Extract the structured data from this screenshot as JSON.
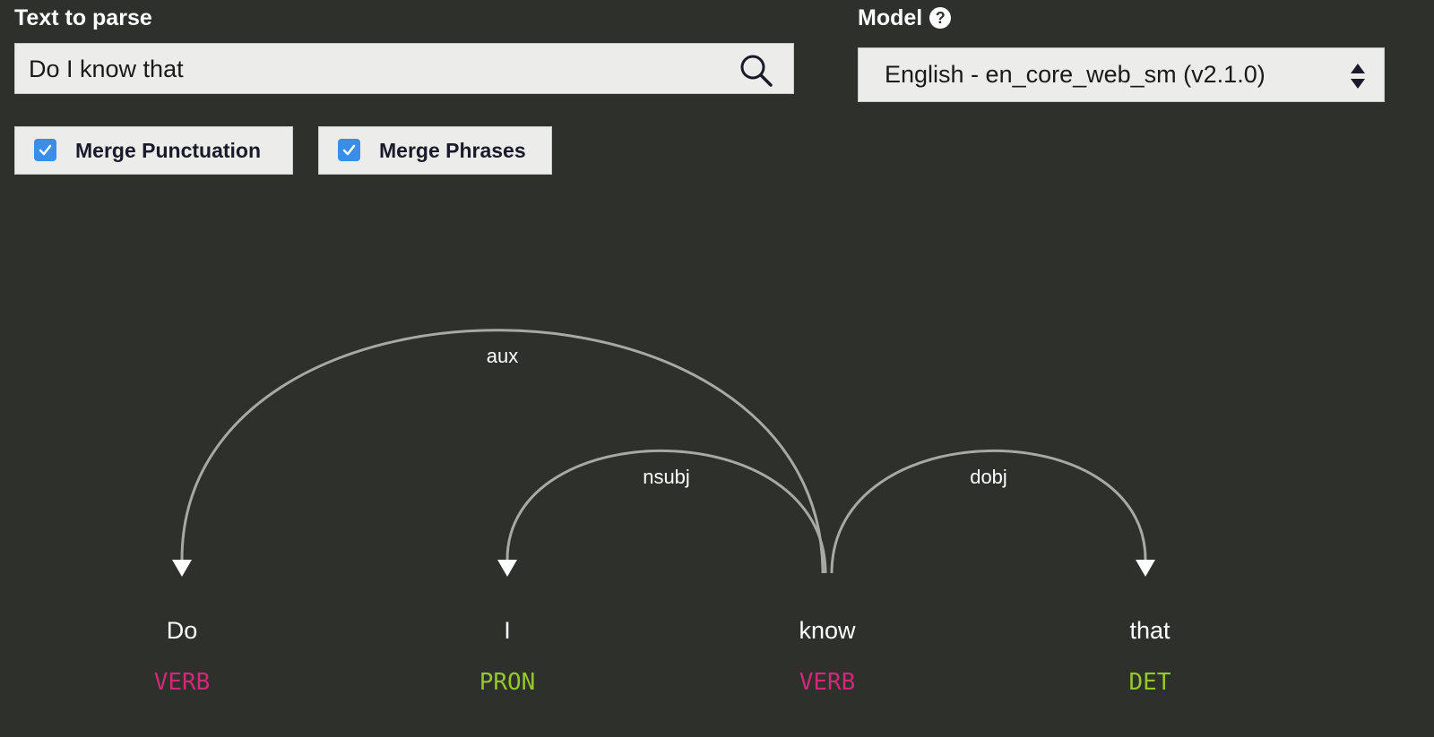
{
  "input": {
    "label": "Text to parse",
    "value": "Do I know that",
    "search_icon": "search-icon"
  },
  "model": {
    "label": "Model",
    "help_icon": "question-mark-icon",
    "help_glyph": "?",
    "selected": "English - en_core_web_sm (v2.1.0)"
  },
  "options": {
    "merge_punctuation": {
      "label": "Merge Punctuation",
      "checked": true
    },
    "merge_phrases": {
      "label": "Merge Phrases",
      "checked": true
    }
  },
  "colors": {
    "background": "#2e302b",
    "arc": "#a6aaa3",
    "verb": "#d12878",
    "pron": "#95c72b",
    "det": "#95c72b",
    "checkbox": "#3b8ee8"
  },
  "parse": {
    "tokens": [
      {
        "text": "Do",
        "tag": "VERB",
        "tag_color": "#d12878"
      },
      {
        "text": "I",
        "tag": "PRON",
        "tag_color": "#95c72b"
      },
      {
        "text": "know",
        "tag": "VERB",
        "tag_color": "#d12878"
      },
      {
        "text": "that",
        "tag": "DET",
        "tag_color": "#95c72b"
      }
    ],
    "arcs": [
      {
        "label": "aux",
        "head": 2,
        "dependent": 0
      },
      {
        "label": "nsubj",
        "head": 2,
        "dependent": 1
      },
      {
        "label": "dobj",
        "head": 2,
        "dependent": 3
      }
    ]
  }
}
